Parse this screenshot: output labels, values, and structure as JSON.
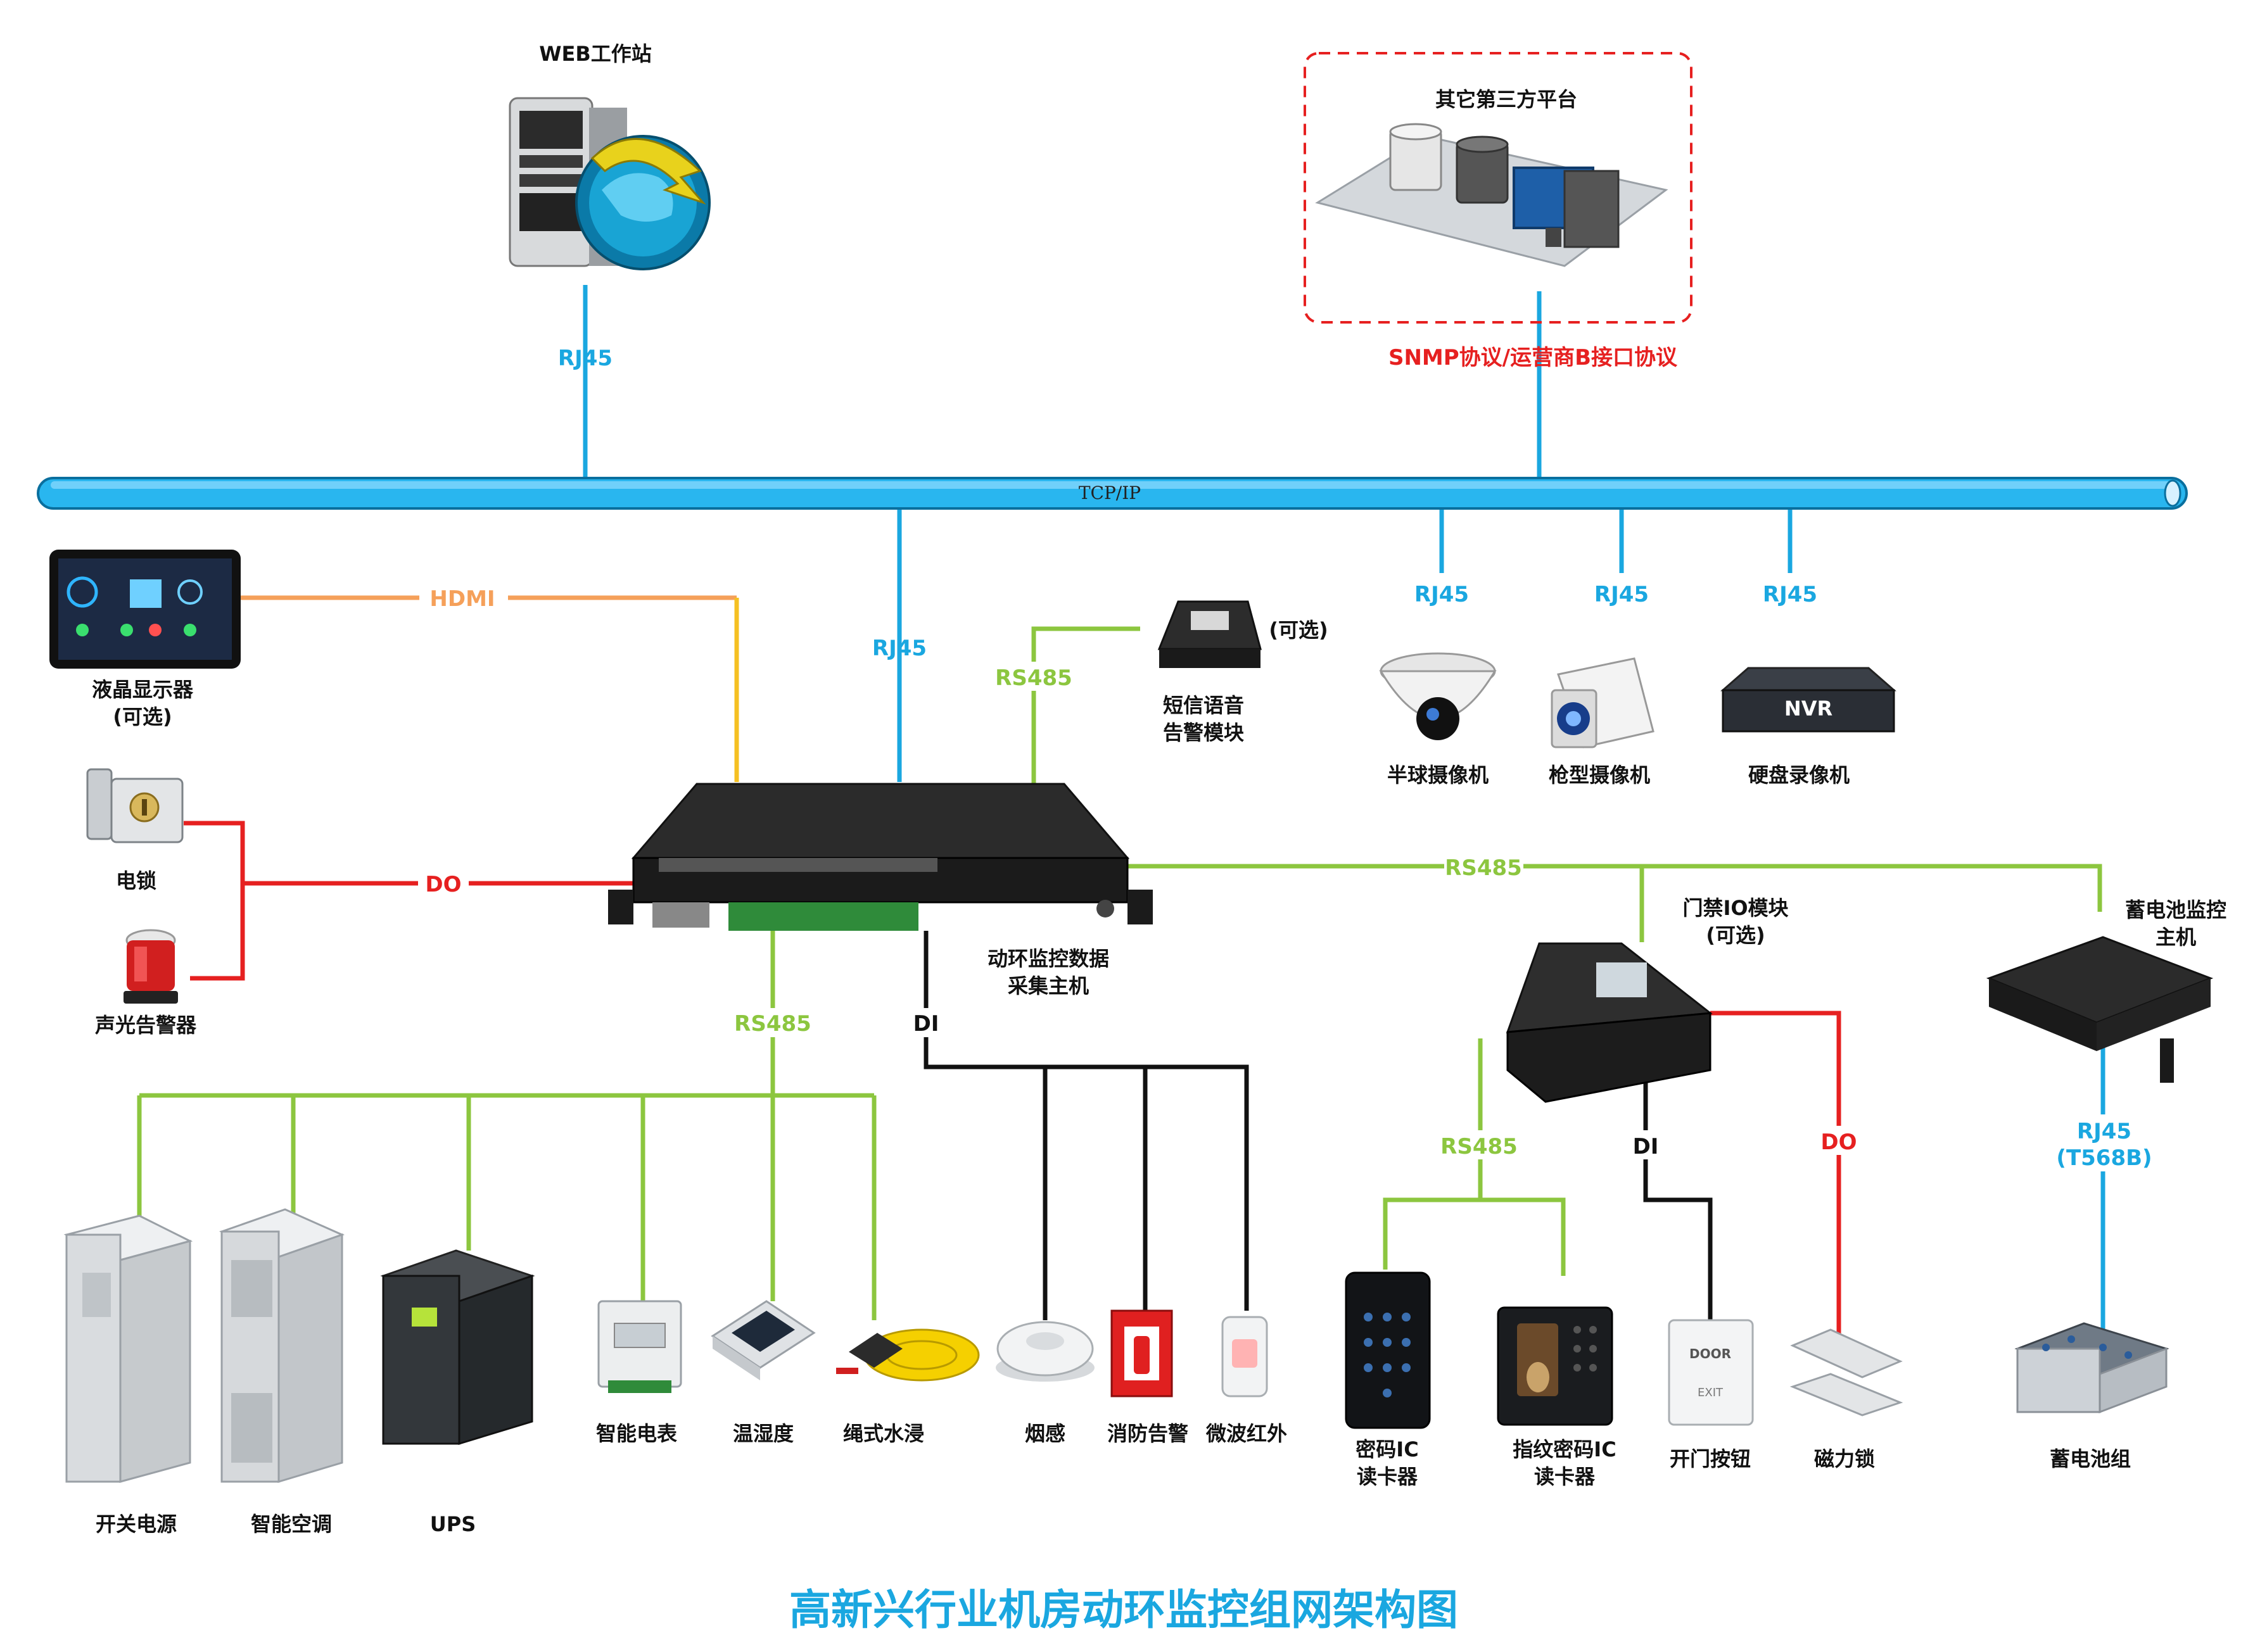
{
  "diagram": {
    "title": "高新兴行业机房动环监控组网架构图",
    "bus_label": "TCP/IP",
    "colors": {
      "ethernet": "#1aa7e0",
      "rs485": "#8cc63f",
      "do": "#e62020",
      "di": "#111111",
      "hdmi": "#f5a05a",
      "title": "#1aa7e0"
    },
    "nodes": {
      "web_workstation": "WEB工作站",
      "third_party": "其它第三方平台",
      "display": [
        "液晶显示器",
        "(可选)"
      ],
      "sms_module": [
        "短信语音",
        "告警模块"
      ],
      "sms_optional": "(可选)",
      "electric_lock": "电锁",
      "alarm_light": "声光告警器",
      "collector": [
        "动环监控数据",
        "采集主机"
      ],
      "dome_camera": "半球摄像机",
      "bullet_camera": "枪型摄像机",
      "nvr": "硬盘录像机",
      "nvr_face": "NVR",
      "access_io": [
        "门禁IO模块",
        "(可选)"
      ],
      "battery_host": [
        "蓄电池监控",
        "主机"
      ],
      "switch_power": "开关电源",
      "air_conditioner": "智能空调",
      "ups": "UPS",
      "smart_meter": "智能电表",
      "temp_humidity": "温湿度",
      "water_leak": "绳式水浸",
      "smoke": "烟感",
      "fire_alarm": "消防告警",
      "microwave_ir": "微波红外",
      "password_reader": [
        "密码IC",
        "读卡器"
      ],
      "fingerprint_reader": [
        "指纹密码IC",
        "读卡器"
      ],
      "exit_button": "开门按钮",
      "exit_text": [
        "DOOR",
        "EXIT"
      ],
      "mag_lock": "磁力锁",
      "battery_pack": "蓄电池组"
    },
    "wire_labels": {
      "rj45_web": "RJ45",
      "snmp": "SNMP协议/运营商B接口协议",
      "rj45_host": "RJ45",
      "rj45_dome": "RJ45",
      "rj45_bullet": "RJ45",
      "rj45_nvr": "RJ45",
      "hdmi": "HDMI",
      "rs485_sms": "RS485",
      "do_main": "DO",
      "rs485_right": "RS485",
      "rs485_down": "RS485",
      "di_main": "DI",
      "rs485_access": "RS485",
      "di_access": "DI",
      "do_access": "DO",
      "rj45_battery": [
        "RJ45",
        "(T568B)"
      ]
    }
  }
}
